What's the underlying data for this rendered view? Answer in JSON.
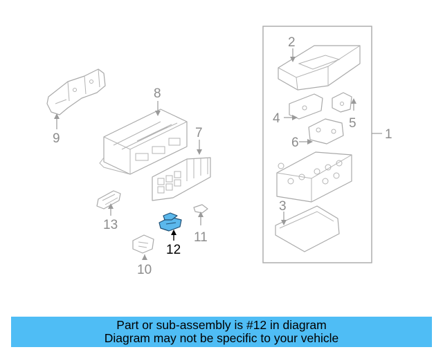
{
  "diagram": {
    "callouts": {
      "c1": "1",
      "c2": "2",
      "c3": "3",
      "c4": "4",
      "c5": "5",
      "c6": "6",
      "c7": "7",
      "c8": "8",
      "c9": "9",
      "c10": "10",
      "c11": "11",
      "c12": "12",
      "c13": "13"
    },
    "highlighted_part": "12",
    "highlight_color": "#5bb8ec"
  },
  "banner": {
    "line1": "Part or sub-assembly is #12 in diagram",
    "line2": "Diagram may not be specific to your vehicle",
    "background": "#4fbdf5"
  }
}
